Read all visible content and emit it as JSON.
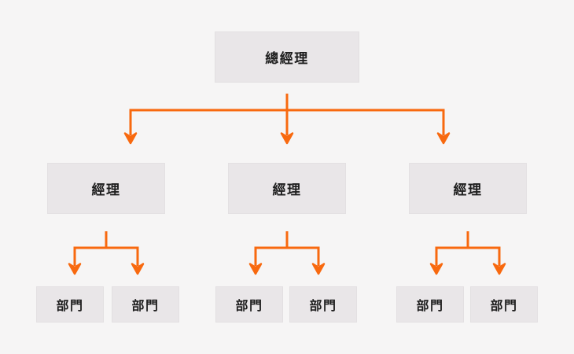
{
  "colors": {
    "background": "#f6f5f5",
    "node_fill": "#e9e6e8",
    "node_border": "#e3e0e2",
    "node_text": "#1e1e1e",
    "connector": "#f8690f"
  },
  "org_chart": {
    "type": "org-hierarchy",
    "root": {
      "label": "總經理"
    },
    "managers": [
      {
        "label": "經理"
      },
      {
        "label": "經理"
      },
      {
        "label": "經理"
      }
    ],
    "departments": [
      {
        "label": "部門"
      },
      {
        "label": "部門"
      },
      {
        "label": "部門"
      },
      {
        "label": "部門"
      },
      {
        "label": "部門"
      },
      {
        "label": "部門"
      }
    ]
  }
}
